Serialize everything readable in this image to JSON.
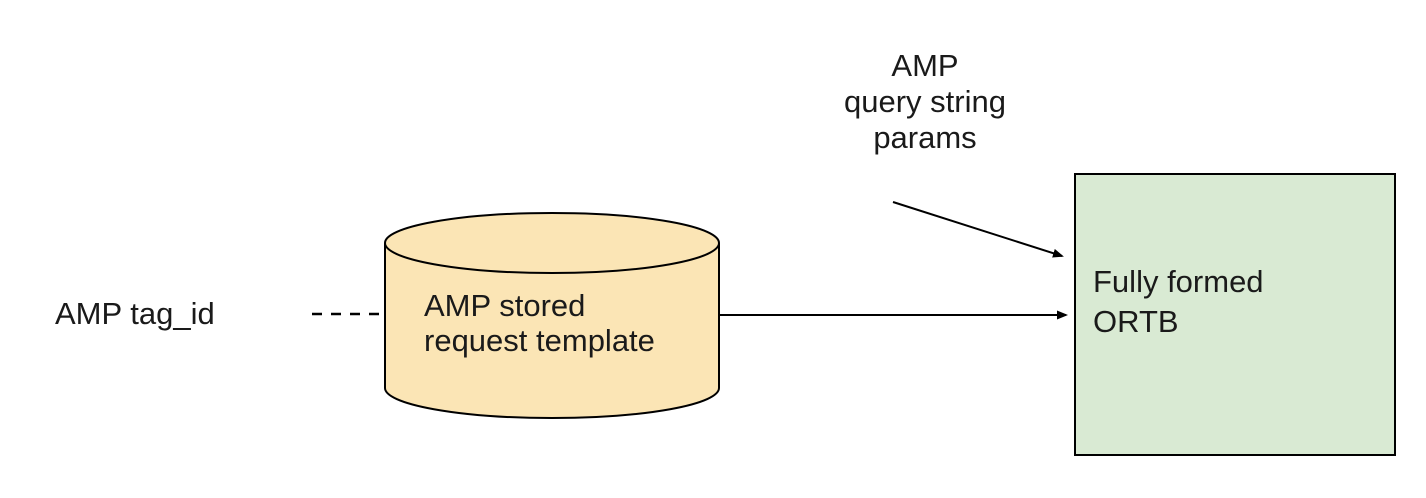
{
  "diagram": {
    "background": "#ffffff",
    "stroke_color": "#000000",
    "amp_tag_id_label": "AMP tag_id",
    "cylinder": {
      "label": "AMP stored\nrequest template",
      "fill": "#fbe5b5"
    },
    "query_params_label": "AMP\nquery string\nparams",
    "ortb_box": {
      "label": "Fully formed\nORTB",
      "fill": "#d9ead3"
    }
  }
}
